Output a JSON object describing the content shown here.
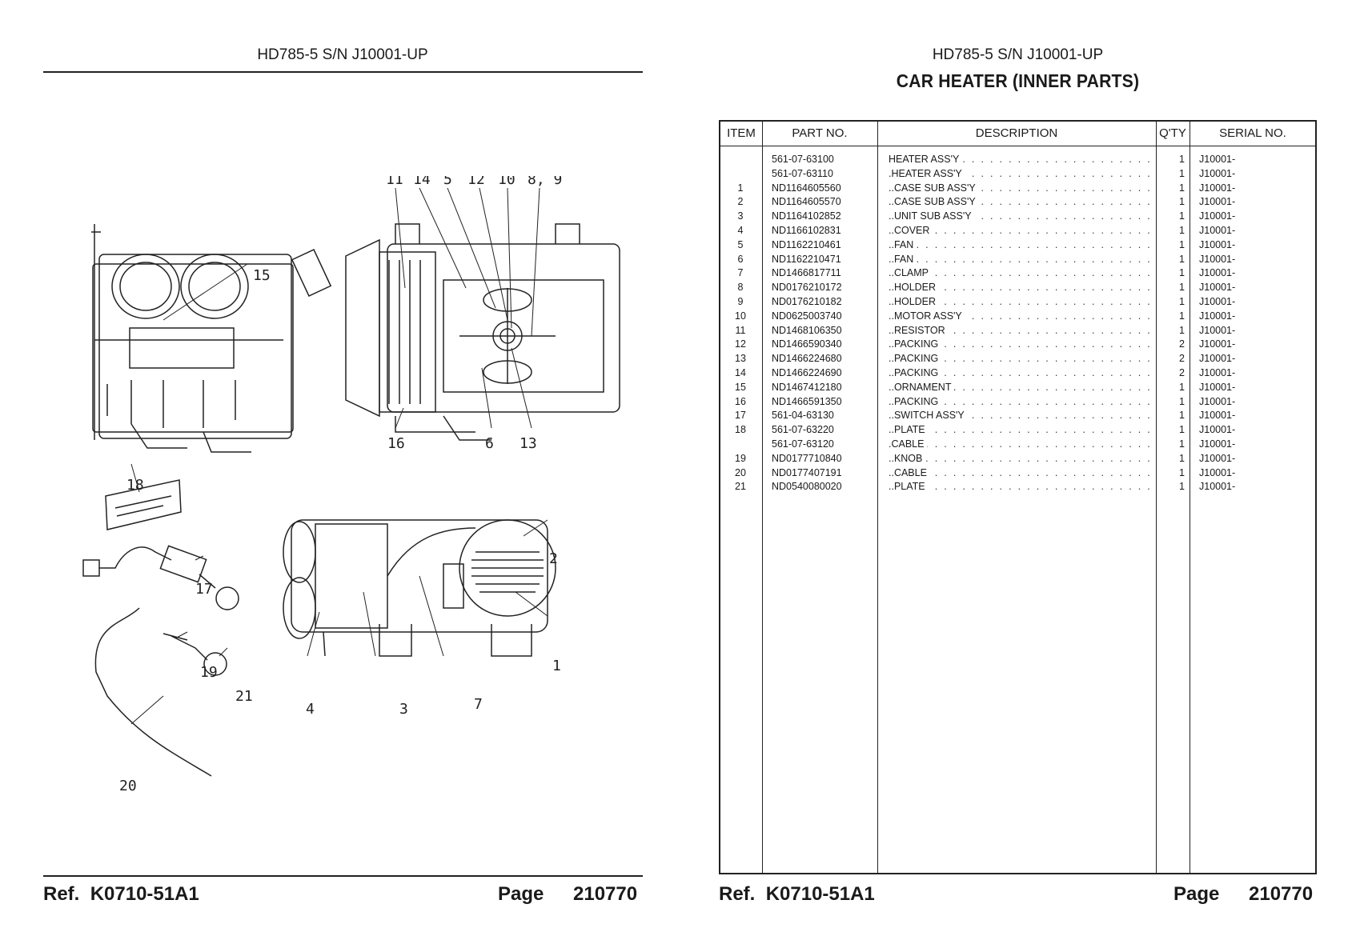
{
  "left_page": {
    "header": "HD785-5 S/N J10001-UP",
    "footer": {
      "ref_label": "Ref.",
      "ref_value": "K0710-51A1",
      "page_label": "Page",
      "page_value": "210770"
    },
    "callouts": [
      "1",
      "2",
      "3",
      "4",
      "6",
      "7",
      "8, 9",
      "10",
      "11",
      "12",
      "13",
      "14",
      "15",
      "16",
      "17",
      "18",
      "19",
      "20",
      "21",
      "5"
    ]
  },
  "right_page": {
    "header": "HD785-5 S/N J10001-UP",
    "title": "CAR HEATER (INNER PARTS)",
    "footer": {
      "ref_label": "Ref.",
      "ref_value": "K0710-51A1",
      "page_label": "Page",
      "page_value": "210770"
    },
    "table": {
      "columns": [
        "ITEM",
        "PART NO.",
        "DESCRIPTION",
        "Q'TY",
        "SERIAL NO."
      ],
      "rows": [
        {
          "item": "",
          "part": "561-07-63100",
          "desc": "HEATER ASS'Y",
          "qty": "1",
          "serial": "J10001-"
        },
        {
          "item": "",
          "part": "561-07-63110",
          "desc": ".HEATER ASS'Y",
          "qty": "1",
          "serial": "J10001-"
        },
        {
          "item": "1",
          "part": "ND1164605560",
          "desc": "..CASE SUB ASS'Y",
          "qty": "1",
          "serial": "J10001-"
        },
        {
          "item": "2",
          "part": "ND1164605570",
          "desc": "..CASE SUB ASS'Y",
          "qty": "1",
          "serial": "J10001-"
        },
        {
          "item": "3",
          "part": "ND1164102852",
          "desc": "..UNIT SUB ASS'Y",
          "qty": "1",
          "serial": "J10001-"
        },
        {
          "item": "4",
          "part": "ND1166102831",
          "desc": "..COVER",
          "qty": "1",
          "serial": "J10001-"
        },
        {
          "item": "5",
          "part": "ND1162210461",
          "desc": "..FAN",
          "qty": "1",
          "serial": "J10001-"
        },
        {
          "item": "6",
          "part": "ND1162210471",
          "desc": "..FAN",
          "qty": "1",
          "serial": "J10001-"
        },
        {
          "item": "7",
          "part": "ND1466817711",
          "desc": "..CLAMP",
          "qty": "1",
          "serial": "J10001-"
        },
        {
          "item": "8",
          "part": "ND0176210172",
          "desc": "..HOLDER",
          "qty": "1",
          "serial": "J10001-"
        },
        {
          "item": "9",
          "part": "ND0176210182",
          "desc": "..HOLDER",
          "qty": "1",
          "serial": "J10001-"
        },
        {
          "item": "10",
          "part": "ND0625003740",
          "desc": "..MOTOR ASS'Y",
          "qty": "1",
          "serial": "J10001-"
        },
        {
          "item": "11",
          "part": "ND1468106350",
          "desc": "..RESISTOR",
          "qty": "1",
          "serial": "J10001-"
        },
        {
          "item": "12",
          "part": "ND1466590340",
          "desc": "..PACKING",
          "qty": "2",
          "serial": "J10001-"
        },
        {
          "item": "13",
          "part": "ND1466224680",
          "desc": "..PACKING",
          "qty": "2",
          "serial": "J10001-"
        },
        {
          "item": "14",
          "part": "ND1466224690",
          "desc": "..PACKING",
          "qty": "2",
          "serial": "J10001-"
        },
        {
          "item": "15",
          "part": "ND1467412180",
          "desc": "..ORNAMENT",
          "qty": "1",
          "serial": "J10001-"
        },
        {
          "item": "16",
          "part": "ND1466591350",
          "desc": "..PACKING",
          "qty": "1",
          "serial": "J10001-"
        },
        {
          "item": "17",
          "part": "561-04-63130",
          "desc": "..SWITCH ASS'Y",
          "qty": "1",
          "serial": "J10001-"
        },
        {
          "item": "18",
          "part": "561-07-63220",
          "desc": "..PLATE",
          "qty": "1",
          "serial": "J10001-"
        },
        {
          "item": "",
          "part": "561-07-63120",
          "desc": ".CABLE",
          "qty": "1",
          "serial": "J10001-"
        },
        {
          "item": "19",
          "part": "ND0177710840",
          "desc": "..KNOB",
          "qty": "1",
          "serial": "J10001-"
        },
        {
          "item": "20",
          "part": "ND0177407191",
          "desc": "..CABLE",
          "qty": "1",
          "serial": "J10001-"
        },
        {
          "item": "21",
          "part": "ND0540080020",
          "desc": "..PLATE",
          "qty": "1",
          "serial": "J10001-"
        }
      ]
    }
  }
}
